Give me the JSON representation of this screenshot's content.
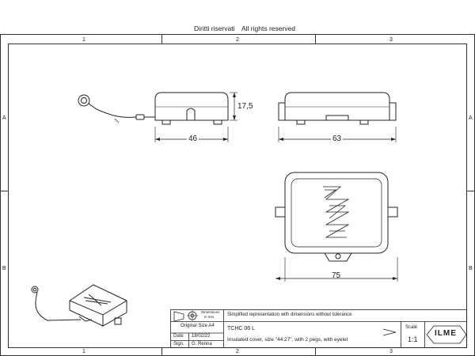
{
  "header": {
    "rights_it": "Diritti riservati",
    "rights_en": "All rights reserved"
  },
  "frame": {
    "columns": [
      "1",
      "2",
      "3"
    ],
    "rows": [
      "A",
      "B"
    ]
  },
  "dimensions": {
    "side_height": "17,5",
    "side_width": "46",
    "front_width": "63",
    "top_width": "75"
  },
  "title_block": {
    "dim_label_line1": "Dimensions",
    "dim_label_line2": "in mm",
    "note": "Simplified representation with dimensions without tolerance",
    "original_size_label": "Original Size A4",
    "date_label": "Date",
    "date_value": "18/02/22",
    "sign_label": "Sign.",
    "sign_value": "G. Renna",
    "code": "TCHC 06 L",
    "description": "Insulated cover, size \"44.27\", with 2 pegs, with eyelet",
    "scale_label": "Scale",
    "scale_value": "1:1",
    "logo_text": "ILME"
  }
}
